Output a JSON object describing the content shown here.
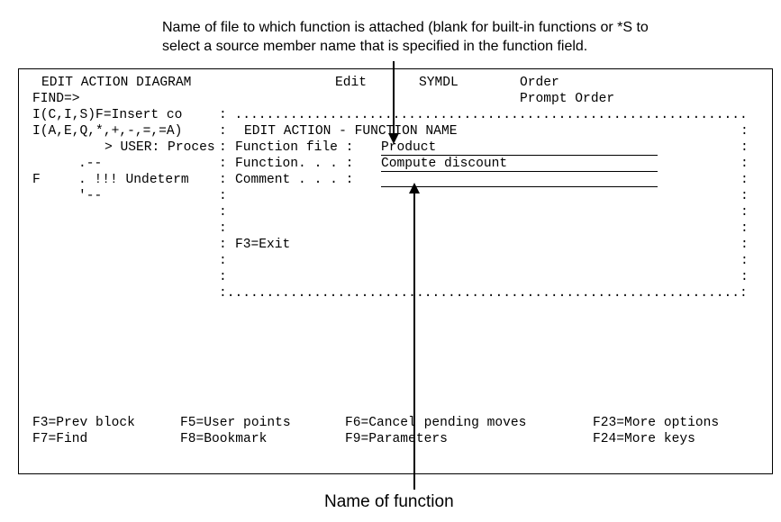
{
  "callouts": {
    "top_line1": "Name of file to which function is attached (blank for built-in functions or *S to",
    "top_line2": "select a source member name that is specified in the function field.",
    "bottom": "Name of function"
  },
  "header": {
    "title": "EDIT ACTION DIAGRAM",
    "mode": "Edit",
    "model": "SYMDL",
    "file": "Order",
    "find_label": "FIND=>",
    "function": "Prompt Order"
  },
  "left_panel": {
    "insert_options": "I(C,I,S)F=Insert co",
    "action_options": "I(A,E,Q,*,+,-,=,=A)",
    "line3": "> USER: Proces",
    "line4": ".--",
    "line5_code": "F",
    "line5": ". !!! Undeterm",
    "line6": "'--"
  },
  "popup": {
    "title": "EDIT ACTION - FUNCTION NAME",
    "fields": [
      {
        "label": "Function file :",
        "value": "Product"
      },
      {
        "label": "Function. . . :",
        "value": "Compute discount"
      },
      {
        "label": "Comment . . . :",
        "value": ""
      }
    ],
    "exit_key": "F3=Exit"
  },
  "function_keys": {
    "row1": [
      "F3=Prev block",
      "F5=User points",
      "F6=Cancel pending moves",
      "F23=More options"
    ],
    "row2": [
      "F7=Find",
      "F8=Bookmark",
      "F9=Parameters",
      "F24=More keys"
    ]
  }
}
